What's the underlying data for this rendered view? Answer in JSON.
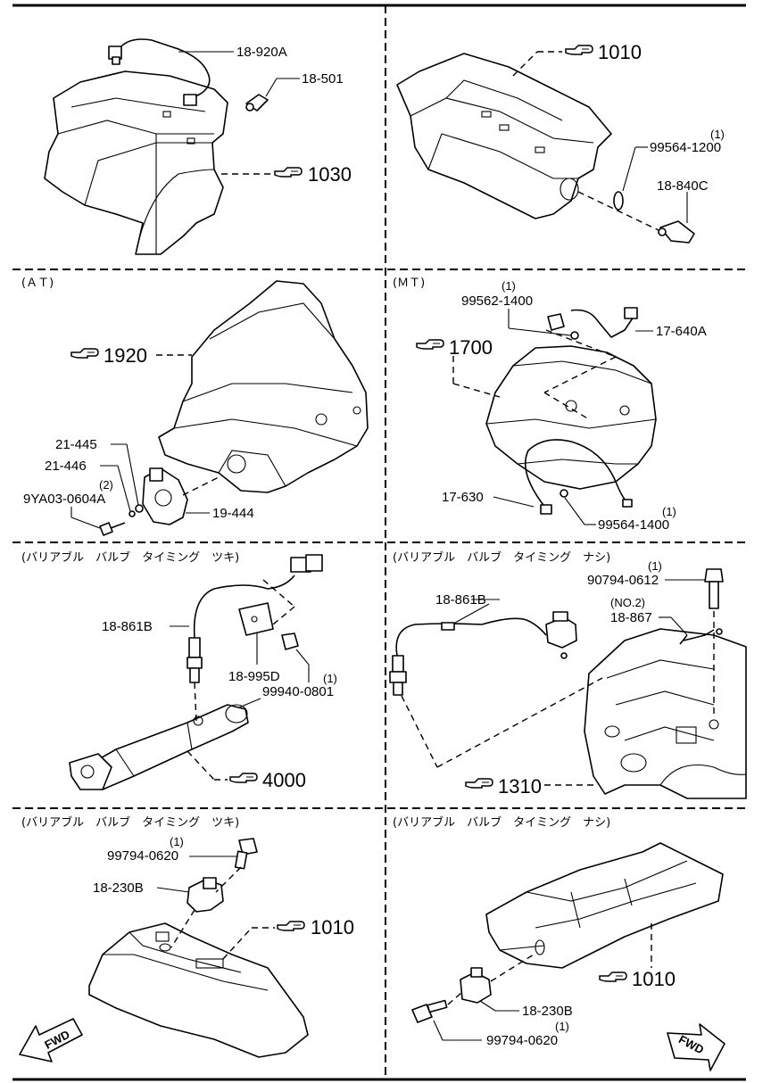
{
  "panels": {
    "p1": {
      "labels": {
        "a": "18-920A",
        "b": "18-501"
      },
      "ref": "1030"
    },
    "p2": {
      "labels": {
        "a": "99564-1200",
        "a_qty": "(1)",
        "b": "18-840C"
      },
      "ref": "1010"
    },
    "p3": {
      "header": "(ＡＴ)",
      "labels": {
        "a": "21-445",
        "b": "21-446",
        "c": "9YA03-0604A",
        "c_qty": "(2)",
        "d": "19-444"
      },
      "ref": "1920"
    },
    "p4": {
      "header": "(ＭＴ)",
      "labels": {
        "a": "99562-1400",
        "a_qty": "(1)",
        "b": "17-640A",
        "c": "17-630",
        "d": "99564-1400",
        "d_qty": "(1)"
      },
      "ref": "1700"
    },
    "p5": {
      "header": "(バリアブル　バルブ　タイミング　ツキ)",
      "labels": {
        "a": "18-861B",
        "b": "18-995D",
        "c": "99940-0801",
        "c_qty": "(1)"
      },
      "ref": "4000"
    },
    "p6": {
      "header": "(バリアブル　バルブ　タイミング　ナシ)",
      "labels": {
        "a": "18-861B",
        "b": "90794-0612",
        "b_qty": "(1)",
        "c": "18-867",
        "c_qty": "(NO.2)"
      },
      "ref": "1310"
    },
    "p7": {
      "header": "(バリアブル　バルブ　タイミング　ツキ)",
      "labels": {
        "a": "99794-0620",
        "a_qty": "(1)",
        "b": "18-230B"
      },
      "ref": "1010",
      "fwd": "FWD"
    },
    "p8": {
      "header": "(バリアブル　バルブ　タイミング　ナシ)",
      "labels": {
        "a": "18-230B",
        "b": "99794-0620",
        "b_qty": "(1)"
      },
      "ref": "1010",
      "fwd": "FWD"
    }
  }
}
